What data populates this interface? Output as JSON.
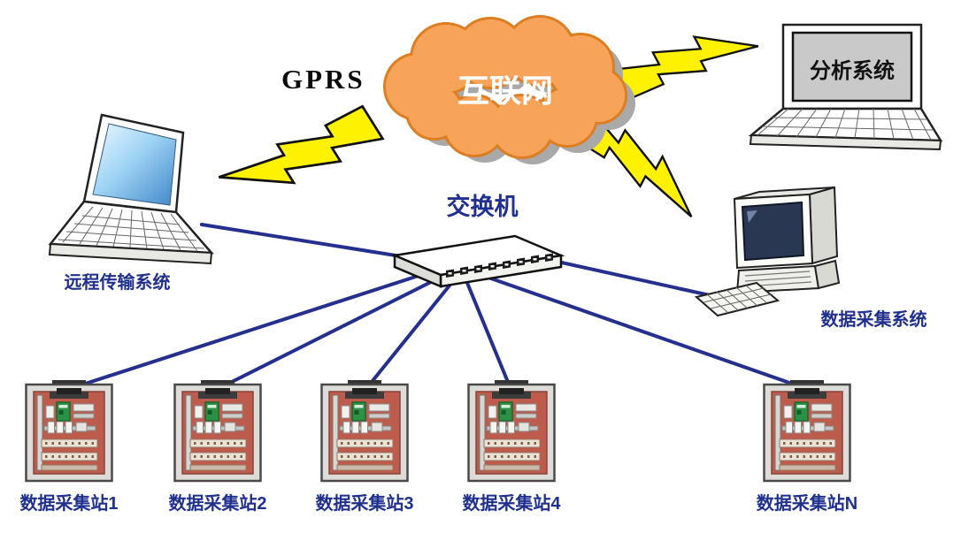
{
  "diagram": {
    "internet": {
      "label": "互联网"
    },
    "gprs": {
      "label": "GPRS"
    },
    "switch": {
      "label": "交换机"
    },
    "remote_transmission_system": {
      "label": "远程传输系统"
    },
    "analysis_system": {
      "label": "分析系统"
    },
    "data_acquisition_system": {
      "label": "数据采集系统"
    },
    "stations": [
      {
        "label": "数据采集站1"
      },
      {
        "label": "数据采集站2"
      },
      {
        "label": "数据采集站3"
      },
      {
        "label": "数据采集站4"
      },
      {
        "label": "数据采集站N"
      }
    ],
    "colors": {
      "cloud_fill": "#F7A45A",
      "cloud_outline": "#DD7E22",
      "lightning_fill": "#FFF200",
      "connection_line": "#252F8E",
      "label_text": "#20308E"
    }
  }
}
